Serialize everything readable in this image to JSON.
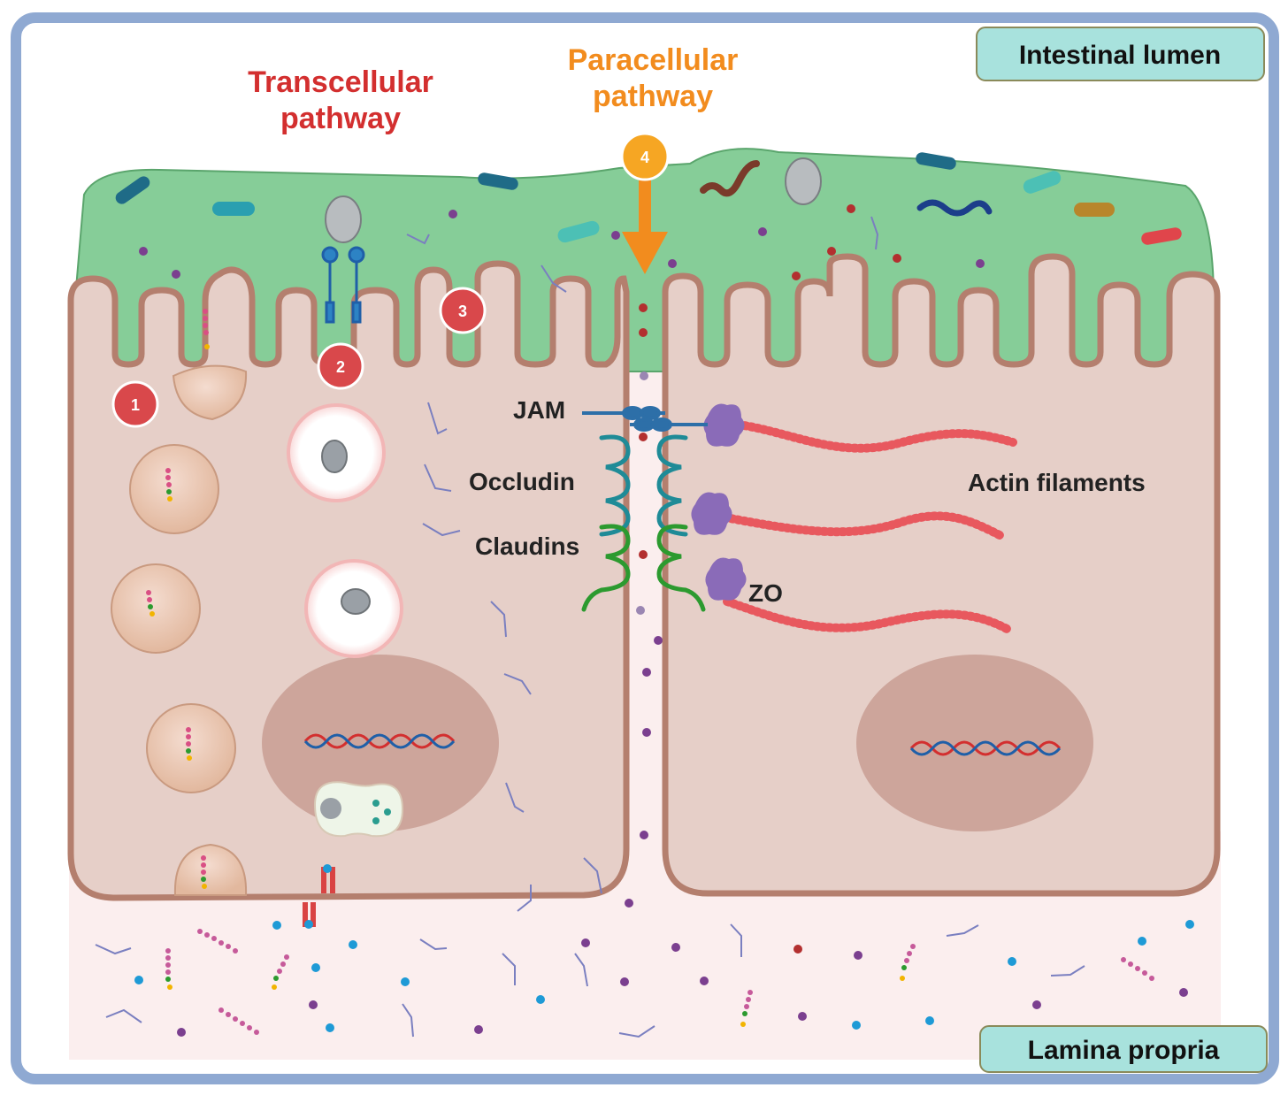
{
  "labels": {
    "intestinal_lumen": "Intestinal lumen",
    "lamina_propria": "Lamina propria",
    "transcellular_line1": "Transcellular",
    "transcellular_line2": "pathway",
    "paracellular_line1": "Paracellular",
    "paracellular_line2": "pathway",
    "jam": "JAM",
    "occludin": "Occludin",
    "claudins": "Claudins",
    "zo": "ZO",
    "actin": "Actin filaments"
  },
  "markers": [
    "1",
    "2",
    "3",
    "4"
  ],
  "colors": {
    "frame": "#8fa9d2",
    "lumen": "#86cd98",
    "lumen_edge": "#5aa56c",
    "cell_fill": "#e6cfc8",
    "cell_edge": "#b47f6e",
    "nucleus": "#cda59b",
    "lamina": "#fbeeee",
    "label_box": "#a8e2dd",
    "transcellular": "#d32f2f",
    "paracellular": "#f28c1e",
    "marker_red": "#d9484b",
    "marker_orange": "#f6a623",
    "actin": "#e8585e",
    "zo_protein": "#8a6bb8",
    "occludin": "#1f8b97",
    "claudin": "#2c9a2f",
    "jam": "#2d6fa8"
  }
}
